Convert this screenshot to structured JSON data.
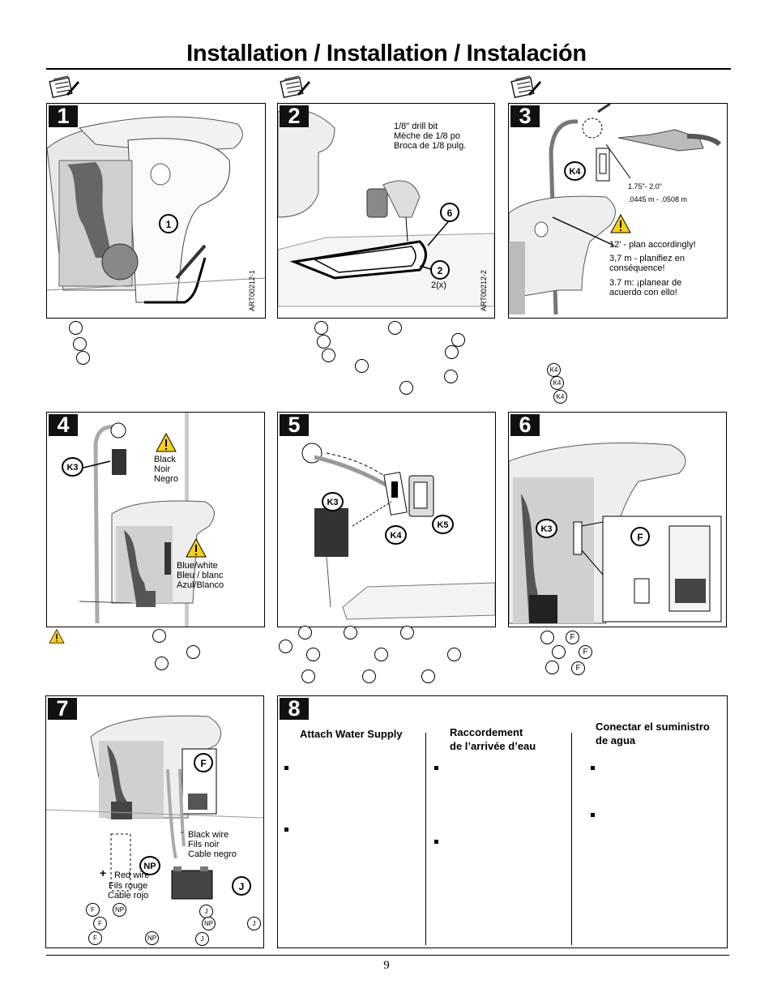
{
  "header": {
    "title": "Installation / Installation / Instalación"
  },
  "footer": {
    "page_number": "9"
  },
  "panels": {
    "p1": {
      "number": "1",
      "callout": "1",
      "art_code": "ART00212-1"
    },
    "p2": {
      "number": "2",
      "drill_en": "1/8\" drill bit",
      "drill_fr": "Mèche de 1/8 po",
      "drill_es": "Broca de 1/8 pulg.",
      "callout_a": "6",
      "callout_b": "2",
      "qty": "2(x)",
      "art_code": "ART00212-2"
    },
    "p3": {
      "number": "3",
      "callout": "K4",
      "dim_in": "1.75\"- 2.0\"",
      "dim_m": ".0445 m - .0508 m",
      "note_en": "12' - plan accordingly!",
      "note_fr_1": "3,7 m - planifiez en",
      "note_fr_2": "conséquence!",
      "note_es_1": "3.7 m: ¡planear de",
      "note_es_2": "acuerdo con ello!"
    },
    "p4": {
      "number": "4",
      "callout": "K3",
      "black_en": "Black",
      "black_fr": "Noir",
      "black_es": "Negro",
      "bw_en": "Blue/white",
      "bw_fr": "Bleu / blanc",
      "bw_es": "Azul/Blanco"
    },
    "p5": {
      "number": "5",
      "callout_a": "K3",
      "callout_b": "K4",
      "callout_c": "K5"
    },
    "p6": {
      "number": "6",
      "callout_a": "K3",
      "callout_b": "F"
    },
    "p7": {
      "number": "7",
      "callout_a": "F",
      "callout_b": "NP",
      "callout_c": "J",
      "black_en": "Black wire",
      "black_fr": "Fils noir",
      "black_es": "Cable negro",
      "minus": "-",
      "plus": "+",
      "red_en": "Red wire",
      "red_fr": "Fils rouge",
      "red_es": "Cable rojo"
    },
    "p8": {
      "number": "8",
      "col1_title": "Attach Water Supply",
      "col2_title_1": "Raccordement",
      "col2_title_2": "de l’arrivée d’eau",
      "col3_title_1": "Conectar el suministro",
      "col3_title_2": "de agua"
    }
  },
  "below_refs": {
    "k4": "K4",
    "f": "F",
    "np": "NP",
    "j": "J"
  }
}
